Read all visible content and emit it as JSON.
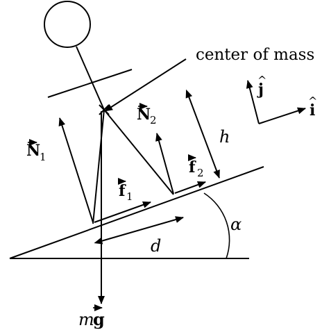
{
  "labels": {
    "center_of_mass": "center of mass",
    "N": "N",
    "sub1": "1",
    "sub2": "2",
    "f": "f",
    "h": "h",
    "d": "d",
    "alpha": "α",
    "i": "i",
    "j": "j",
    "m": "m",
    "g": "g"
  }
}
